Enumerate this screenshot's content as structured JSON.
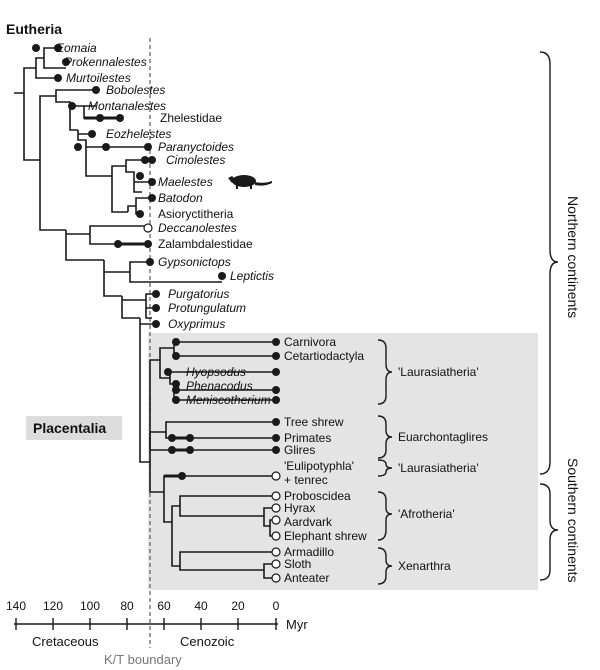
{
  "title": "Eutheria",
  "placentalia_label": "Placentalia",
  "taxa": [
    {
      "name": "Eomaia",
      "italic": true
    },
    {
      "name": "Prokennalestes",
      "italic": true
    },
    {
      "name": "Murtoilestes",
      "italic": true
    },
    {
      "name": "Bobolestes",
      "italic": true
    },
    {
      "name": "Montanalestes",
      "italic": true
    },
    {
      "name": "Zhelestidae",
      "italic": false
    },
    {
      "name": "Eozhelestes",
      "italic": true
    },
    {
      "name": "Paranyctoides",
      "italic": true
    },
    {
      "name": "Cimolestes",
      "italic": true
    },
    {
      "name": "Maelestes",
      "italic": true
    },
    {
      "name": "Batodon",
      "italic": true
    },
    {
      "name": "Asioryctitheria",
      "italic": false
    },
    {
      "name": "Deccanolestes",
      "italic": true
    },
    {
      "name": "Zalambdalestidae",
      "italic": false
    },
    {
      "name": "Gypsonictops",
      "italic": true
    },
    {
      "name": "Leptictis",
      "italic": true
    },
    {
      "name": "Purgatorius",
      "italic": true
    },
    {
      "name": "Protungulatum",
      "italic": true
    },
    {
      "name": "Oxyprimus",
      "italic": true
    },
    {
      "name": "Carnivora",
      "italic": false
    },
    {
      "name": "Cetartiodactyla",
      "italic": false
    },
    {
      "name": "Hyopsodus",
      "italic": true
    },
    {
      "name": "Phenacodus",
      "italic": true
    },
    {
      "name": "Meniscotherium",
      "italic": true
    },
    {
      "name": "Tree shrew",
      "italic": false
    },
    {
      "name": "Primates",
      "italic": false
    },
    {
      "name": "Glires",
      "italic": false
    },
    {
      "name": "'Eulipotyphla'",
      "italic": false
    },
    {
      "name": "+ tenrec",
      "italic": false
    },
    {
      "name": "Proboscidea",
      "italic": false
    },
    {
      "name": "Hyrax",
      "italic": false
    },
    {
      "name": "Aardvark",
      "italic": false
    },
    {
      "name": "Elephant shrew",
      "italic": false
    },
    {
      "name": "Armadillo",
      "italic": false
    },
    {
      "name": "Sloth",
      "italic": false
    },
    {
      "name": "Anteater",
      "italic": false
    }
  ],
  "groups": [
    {
      "name": "'Laurasiatheria'"
    },
    {
      "name": "Euarchontaglires"
    },
    {
      "name": "'Laurasiatheria'"
    },
    {
      "name": "'Afrotheria'"
    },
    {
      "name": "Xenarthra"
    }
  ],
  "regions": {
    "northern": "Northern continents",
    "southern": "Southern continents"
  },
  "axis": {
    "ticks": [
      "140",
      "120",
      "100",
      "80",
      "60",
      "40",
      "20",
      "0"
    ],
    "unit": "Myr",
    "eras": [
      "Cretaceous",
      "Cenozoic"
    ],
    "boundary_label": "K/T boundary"
  }
}
